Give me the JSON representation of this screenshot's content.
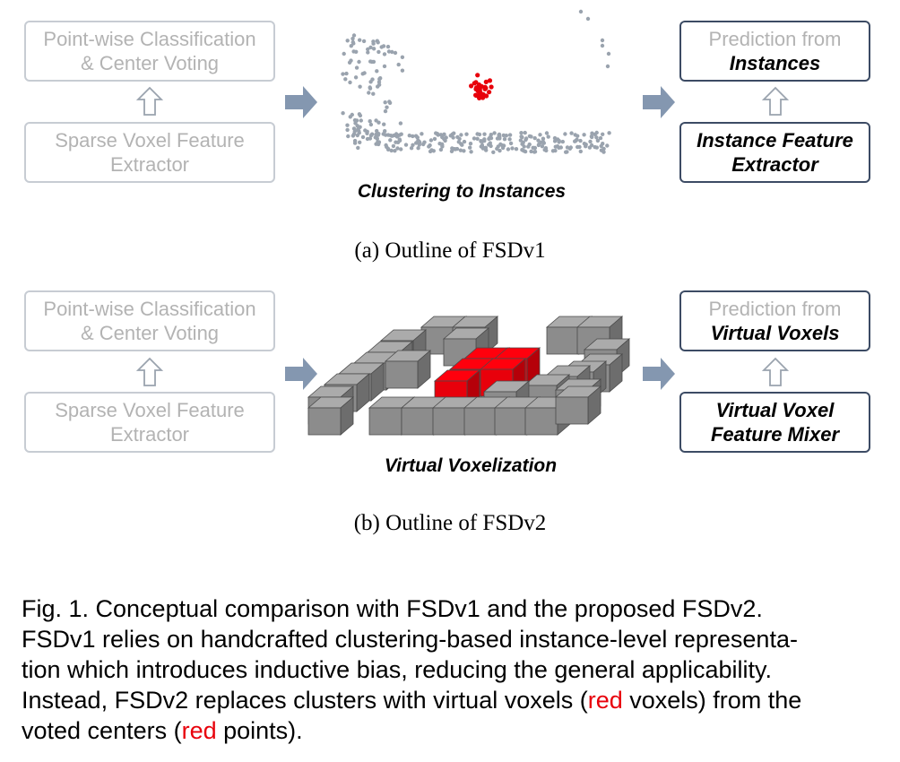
{
  "panel_a": {
    "left_top": [
      "Point-wise Classification",
      "& Center Voting"
    ],
    "left_bottom": [
      "Sparse Voxel Feature",
      "Extractor"
    ],
    "center_caption": "Clustering to Instances",
    "right_top": [
      "Prediction from",
      "Instances"
    ],
    "right_bottom": [
      "Instance Feature",
      "Extractor"
    ],
    "subcaption": "(a) Outline of FSDv1"
  },
  "panel_b": {
    "left_top": [
      "Point-wise Classification",
      "& Center Voting"
    ],
    "left_bottom": [
      "Sparse Voxel Feature",
      "Extractor"
    ],
    "center_caption": "Virtual Voxelization",
    "right_top": [
      "Prediction from",
      "Virtual Voxels"
    ],
    "right_bottom": [
      "Virtual Voxel",
      "Feature Mixer"
    ],
    "subcaption": "(b) Outline of FSDv2"
  },
  "figure_caption": {
    "lines": [
      "Fig. 1.  Conceptual comparison with FSDv1 and the proposed FSDv2.",
      "FSDv1 relies on handcrafted clustering-based instance-level representa-",
      "tion which introduces inductive bias, reducing the general applicability.",
      "Instead, FSDv2 replaces clusters with virtual voxels (",
      "red",
      " voxels) from the",
      "voted centers (",
      "red",
      " points)."
    ]
  },
  "colors": {
    "faded_border": "#c7ccd3",
    "faded_text": "#b3b3b3",
    "dark_border": "#3c4b64",
    "arrow_fill": "#8497b0",
    "point_gray": "#9aa3ae",
    "point_red": "#e8000b",
    "voxel_gray": "#8c8c8c",
    "voxel_red": "#e8000b"
  },
  "icons": [
    "outline-up-arrow-icon",
    "solid-right-arrow-icon"
  ]
}
